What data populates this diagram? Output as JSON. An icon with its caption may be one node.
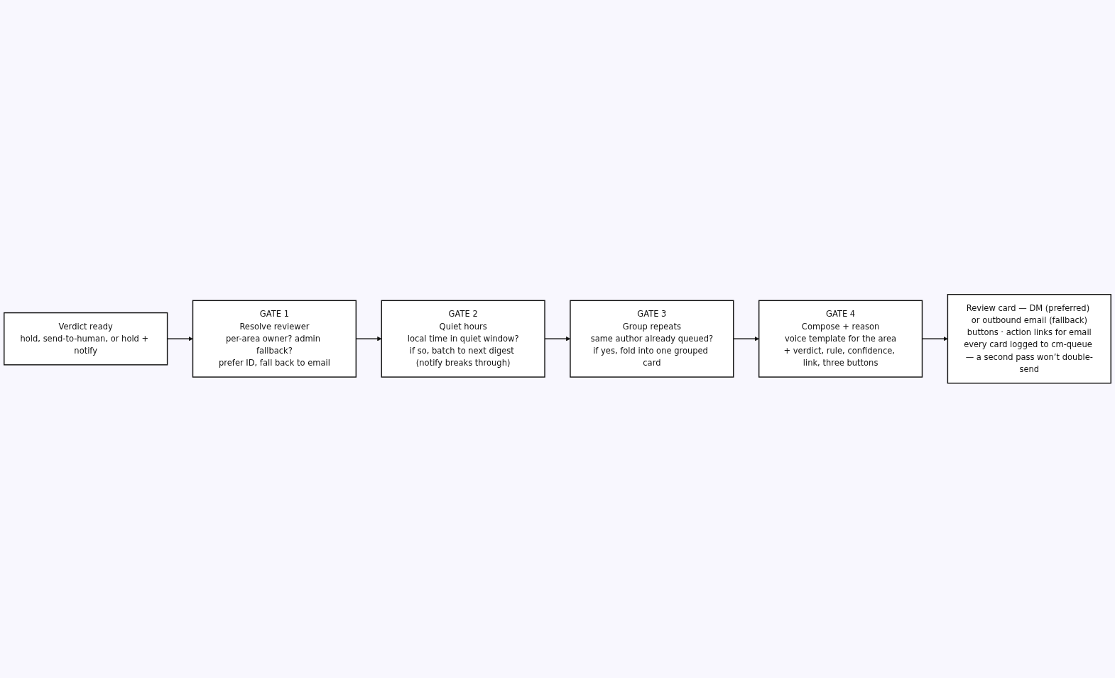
{
  "diagram": {
    "nodes": [
      {
        "text": [
          "Verdict ready",
          "hold, send-to-human, or hold + notify"
        ]
      },
      {
        "text": [
          "GATE 1",
          "Resolve reviewer",
          "per-area owner? admin fallback?",
          "prefer ID, fall back to email"
        ]
      },
      {
        "text": [
          "GATE 2",
          "Quiet hours",
          "local time in quiet window?",
          "if so, batch to next digest (notify breaks through)"
        ]
      },
      {
        "text": [
          "GATE 3",
          "Group repeats",
          "same author already queued?",
          "if yes, fold into one grouped card"
        ]
      },
      {
        "text": [
          "GATE 4",
          "Compose + reason",
          "voice template for the area",
          "+ verdict, rule, confidence, link, three buttons"
        ]
      },
      {
        "text": [
          "Review card — DM (preferred) or outbound email (fallback)",
          "buttons · action links for email",
          "every card logged to cm-queue — a second pass won’t double-send"
        ]
      }
    ],
    "edges": [
      {
        "from": 0,
        "to": 1,
        "arrow": "to"
      },
      {
        "from": 1,
        "to": 2,
        "arrow": "to"
      },
      {
        "from": 2,
        "to": 3,
        "arrow": "to"
      },
      {
        "from": 3,
        "to": 4,
        "arrow": "to"
      },
      {
        "from": 4,
        "to": 5,
        "arrow": "to"
      }
    ]
  }
}
